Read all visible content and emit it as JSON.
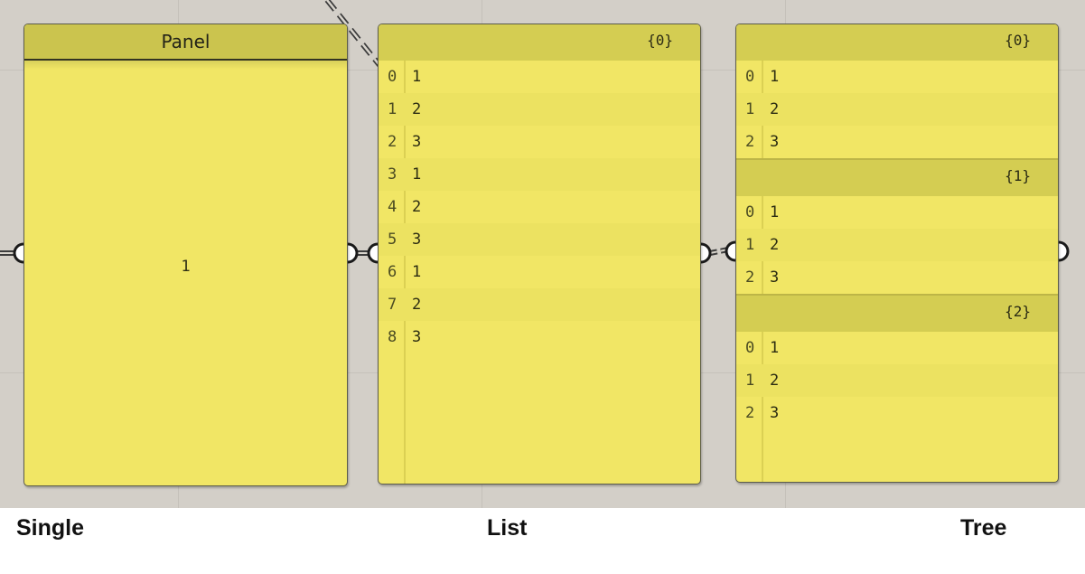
{
  "captions": {
    "single": "Single",
    "list": "List",
    "tree": "Tree"
  },
  "panels": {
    "single": {
      "title": "Panel",
      "value": "1"
    },
    "list": {
      "path": "{0}",
      "items": [
        {
          "index": "0",
          "value": "1"
        },
        {
          "index": "1",
          "value": "2"
        },
        {
          "index": "2",
          "value": "3"
        },
        {
          "index": "3",
          "value": "1"
        },
        {
          "index": "4",
          "value": "2"
        },
        {
          "index": "5",
          "value": "3"
        },
        {
          "index": "6",
          "value": "1"
        },
        {
          "index": "7",
          "value": "2"
        },
        {
          "index": "8",
          "value": "3"
        }
      ]
    },
    "tree": {
      "branches": [
        {
          "path": "{0}",
          "items": [
            {
              "index": "0",
              "value": "1"
            },
            {
              "index": "1",
              "value": "2"
            },
            {
              "index": "2",
              "value": "3"
            }
          ]
        },
        {
          "path": "{1}",
          "items": [
            {
              "index": "0",
              "value": "1"
            },
            {
              "index": "1",
              "value": "2"
            },
            {
              "index": "2",
              "value": "3"
            }
          ]
        },
        {
          "path": "{2}",
          "items": [
            {
              "index": "0",
              "value": "1"
            },
            {
              "index": "1",
              "value": "2"
            },
            {
              "index": "2",
              "value": "3"
            }
          ]
        }
      ]
    }
  },
  "colors": {
    "canvas": "#d3cfc8",
    "panel_fill": "#f1e665",
    "panel_header": "#cbc44e",
    "wire": "#3c3c3c"
  }
}
